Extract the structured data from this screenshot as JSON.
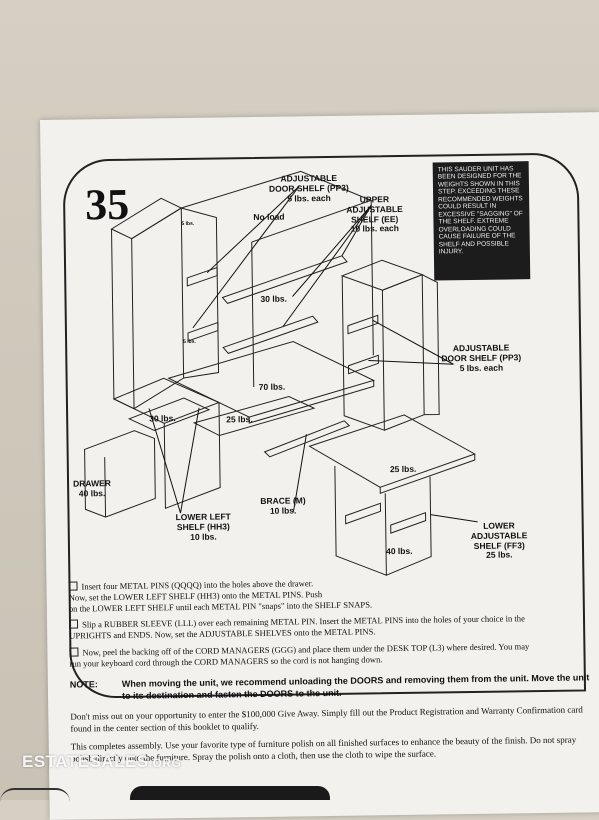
{
  "step_number": "35",
  "warning_box": "This Sauder unit has been designed for the weights shown in this step. Exceeding these recommended weights could result in excessive \"sagging\" of the shelf. Extreme overloading could cause failure of the shelf and possible injury.",
  "labels": {
    "adj_door_shelf_top": "ADJUSTABLE\nDOOR SHELF (PP3)\n5 lbs. each",
    "upper_adj_shelf": "UPPER\nADJUSTABLE\nSHELF (EE)\n10 lbs. each",
    "no_load": "No load",
    "adj_door_shelf_right": "ADJUSTABLE\nDOOR SHELF (PP3)\n5 lbs. each",
    "w30_top": "30 lbs.",
    "w70": "70 lbs.",
    "w30_left": "30 lbs.",
    "w25_mid": "25 lbs.",
    "w25_right": "25 lbs.",
    "drawer": "DRAWER\n40 lbs.",
    "lower_left_shelf": "LOWER LEFT\nSHELF (HH3)\n10 lbs.",
    "brace": "BRACE (M)\n10 lbs.",
    "w40": "40 lbs.",
    "lower_adj_shelf": "LOWER\nADJUSTABLE\nSHELF (FF3)\n25 lbs.",
    "tiny_5lbs_1": "5 lbs.",
    "tiny_5lbs_2": "5 lbs."
  },
  "instructions": [
    {
      "l1": "Insert four METAL PINS (QQQQ) into the holes above the drawer.",
      "l2": "Now, set the LOWER LEFT SHELF (HH3) onto the METAL PINS. Push",
      "l3": "on the LOWER LEFT SHELF until each METAL PIN \"snaps\" into the SHELF SNAPS."
    },
    {
      "l1": "Slip a RUBBER SLEEVE (LLL) over each remaining METAL PIN. Insert the METAL PINS into the holes of your choice in the",
      "l2": "UPRIGHTS and ENDS. Now, set the ADJUSTABLE SHELVES onto the METAL PINS."
    },
    {
      "l1": "Now, peel the backing off of the CORD MANAGERS (GGG) and place them under the DESK TOP (L3) where desired. You may",
      "l2": "run your keyboard cord through the CORD MANAGERS so the cord is not hanging down."
    }
  ],
  "note": {
    "label": "NOTE:",
    "text": "When moving the unit, we recommend unloading the DOORS and removing them from the unit. Move the unit to its destination and fasten the DOORS to the unit."
  },
  "promo": "Don't miss out on your opportunity to enter the $100,000 Give Away. Simply fill out the Product Registration and Warranty Confirmation card found in the center section of this booklet to qualify.",
  "final": "This completes assembly. Use your favorite type of furniture polish on all finished surfaces to enhance the beauty of the finish. Do not spray polish directly onto the furniture. Spray the polish onto a cloth, then use the cloth to wipe the surface.",
  "watermark": {
    "main": "ESTATESALES",
    "suffix": ".ORG"
  }
}
